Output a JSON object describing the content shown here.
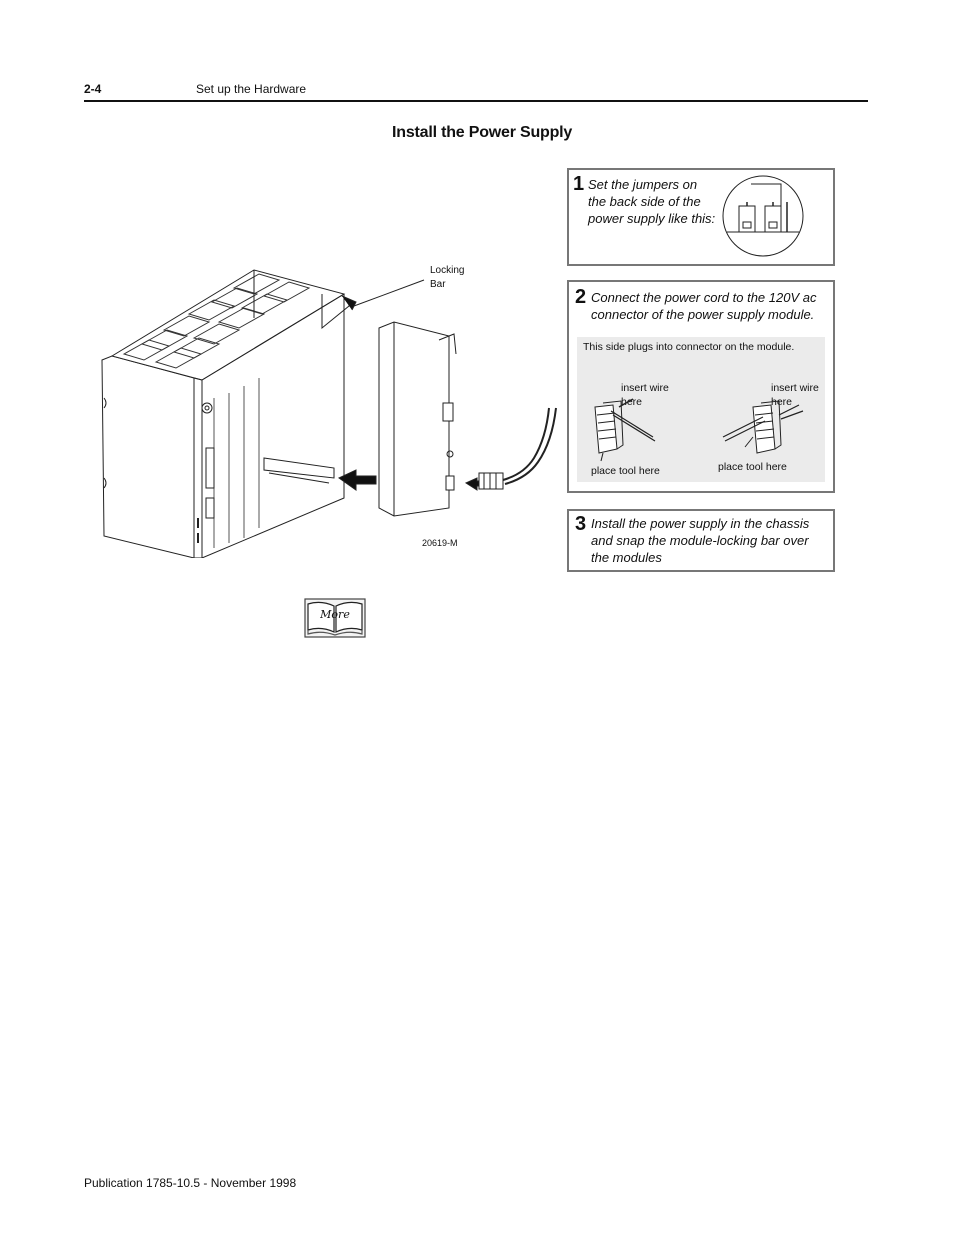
{
  "header": {
    "page_number": "2-4",
    "section_title": "Set up the Hardware"
  },
  "page_heading": "Install the Power Supply",
  "figure": {
    "locking_bar_label_line1": "Locking",
    "locking_bar_label_line2": "Bar",
    "figure_id": "20619-M"
  },
  "steps": [
    {
      "number": "1",
      "text_lines": [
        "Set the jumpers on",
        "the back side of the",
        "power supply like this:"
      ]
    },
    {
      "number": "2",
      "text_lines": [
        "Connect the power cord to the 120V ac",
        "connector of the power supply module."
      ],
      "panel_caption": "This side plugs into connector on the module.",
      "left_insert_line1": "insert wire",
      "left_insert_line2": "here",
      "left_tool_label": "place tool here",
      "right_insert_line1": "insert wire",
      "right_insert_line2": "here",
      "right_tool_label": "place tool here"
    },
    {
      "number": "3",
      "text_lines": [
        "Install the power supply in the chassis",
        "and snap the module-locking bar over",
        "the modules"
      ]
    }
  ],
  "more_icon": {
    "label": "More",
    "icon": "book-icon"
  },
  "footer": {
    "publication": "Publication 1785-10.5 - November 1998"
  }
}
